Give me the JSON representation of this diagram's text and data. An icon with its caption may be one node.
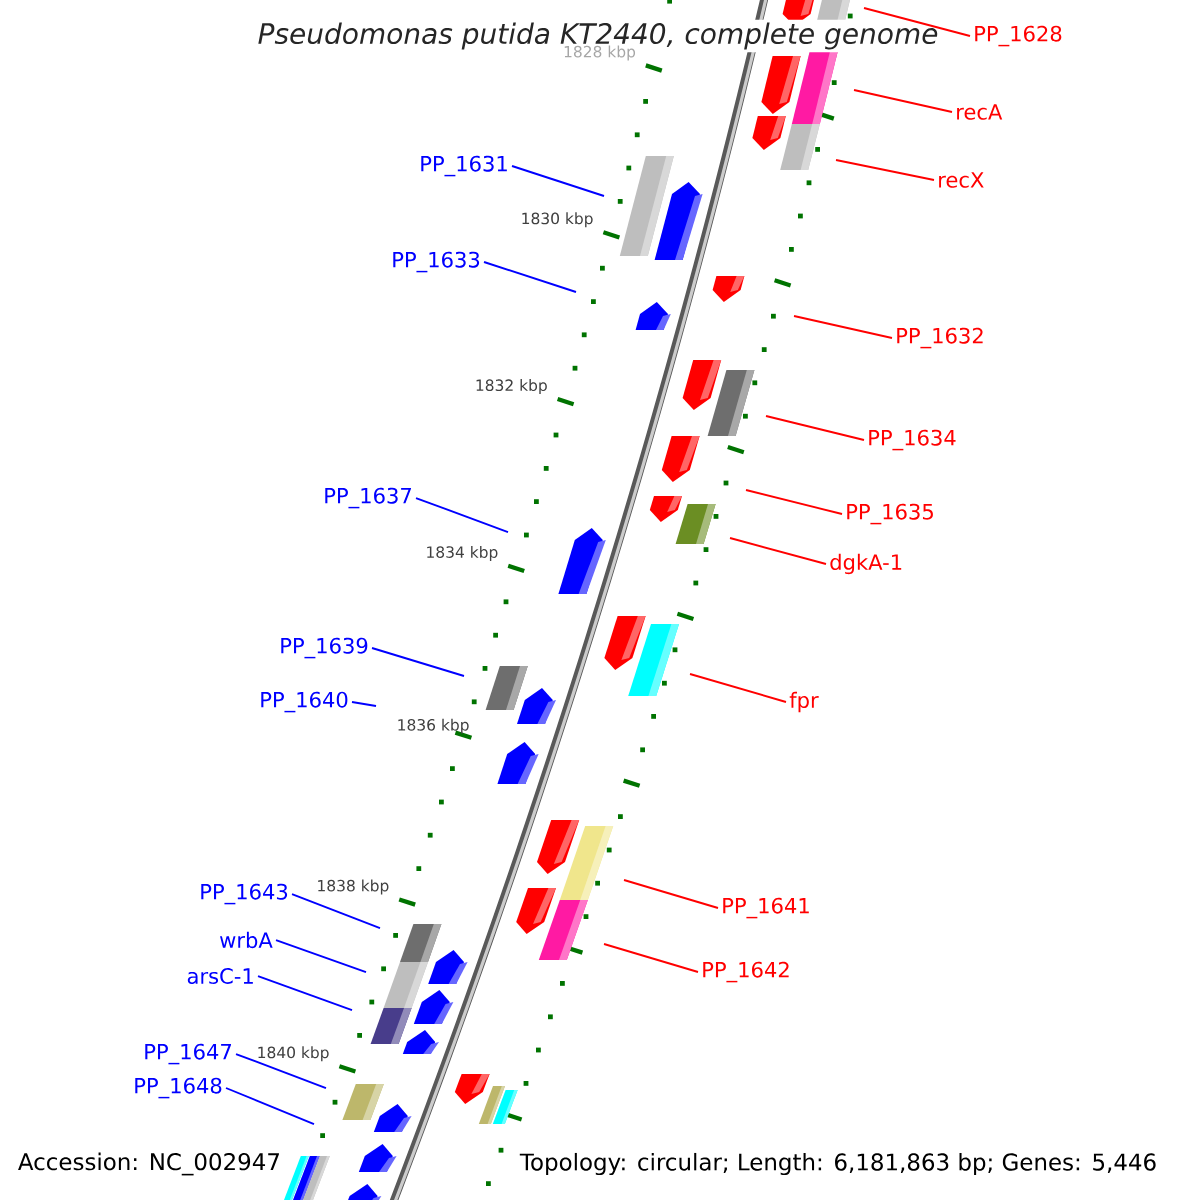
{
  "diagram": {
    "title": "Pseudomonas putida KT2440, complete genome",
    "nodes": [
      {
        "text": [
          "PP_1628"
        ]
      },
      {
        "text": [
          "recA"
        ]
      },
      {
        "text": [
          "PP_1631"
        ]
      },
      {
        "text": [
          "recX"
        ]
      },
      {
        "text": [
          "PP_1633"
        ]
      },
      {
        "text": [
          "PP_1632"
        ]
      },
      {
        "text": [
          "PP_1634"
        ]
      },
      {
        "text": [
          "PP_1637"
        ]
      },
      {
        "text": [
          "PP_1635"
        ]
      },
      {
        "text": [
          "dgkA-1"
        ]
      },
      {
        "text": [
          "PP_1639"
        ]
      },
      {
        "text": [
          "PP_1640"
        ]
      },
      {
        "text": [
          "fpr"
        ]
      },
      {
        "text": [
          "PP_1643"
        ]
      },
      {
        "text": [
          "PP_1641"
        ]
      },
      {
        "text": [
          "wrbA"
        ]
      },
      {
        "text": [
          "arsC-1"
        ]
      },
      {
        "text": [
          "PP_1642"
        ]
      },
      {
        "text": [
          "PP_1647"
        ]
      },
      {
        "text": [
          "PP_1648"
        ]
      }
    ],
    "edges": [
      {
        "from": 0,
        "to": null,
        "arrow": "none",
        "color": "#ff0000"
      },
      {
        "from": 1,
        "to": null,
        "arrow": "none",
        "color": "#ff0000"
      },
      {
        "from": 2,
        "to": null,
        "arrow": "none",
        "color": "#0000ff"
      },
      {
        "from": 3,
        "to": null,
        "arrow": "none",
        "color": "#ff0000"
      },
      {
        "from": 4,
        "to": null,
        "arrow": "none",
        "color": "#0000ff"
      },
      {
        "from": 5,
        "to": null,
        "arrow": "none",
        "color": "#ff0000"
      },
      {
        "from": 6,
        "to": null,
        "arrow": "none",
        "color": "#ff0000"
      },
      {
        "from": 7,
        "to": null,
        "arrow": "none",
        "color": "#0000ff"
      },
      {
        "from": 8,
        "to": null,
        "arrow": "none",
        "color": "#ff0000"
      },
      {
        "from": 9,
        "to": null,
        "arrow": "none",
        "color": "#ff0000"
      },
      {
        "from": 10,
        "to": null,
        "arrow": "none",
        "color": "#0000ff"
      },
      {
        "from": 11,
        "to": null,
        "arrow": "none",
        "color": "#0000ff"
      },
      {
        "from": 12,
        "to": null,
        "arrow": "none",
        "color": "#ff0000"
      },
      {
        "from": 13,
        "to": null,
        "arrow": "none",
        "color": "#0000ff"
      },
      {
        "from": 14,
        "to": null,
        "arrow": "none",
        "color": "#ff0000"
      },
      {
        "from": 15,
        "to": null,
        "arrow": "none",
        "color": "#0000ff"
      },
      {
        "from": 16,
        "to": null,
        "arrow": "none",
        "color": "#0000ff"
      },
      {
        "from": 17,
        "to": null,
        "arrow": "none",
        "color": "#ff0000"
      },
      {
        "from": 18,
        "to": null,
        "arrow": "none",
        "color": "#0000ff"
      },
      {
        "from": 19,
        "to": null,
        "arrow": "none",
        "color": "#0000ff"
      }
    ],
    "labels": [
      "1828 kbp",
      "1830 kbp",
      "1832 kbp",
      "1834 kbp",
      "1836 kbp",
      "1838 kbp",
      "1840 kbp",
      "Accession: NC_002947",
      "Topology: circular; Length: 6,181,863 bp; Genes: 5,446"
    ]
  }
}
